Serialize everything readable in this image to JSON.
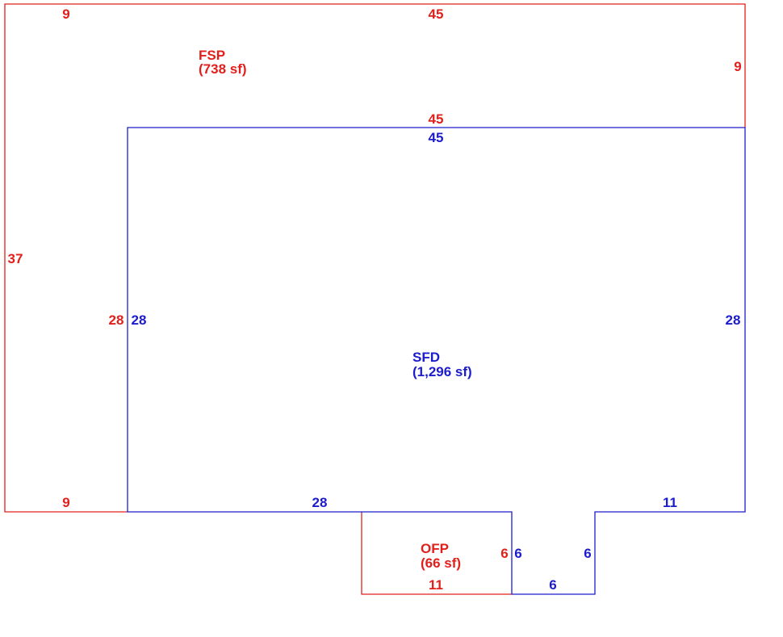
{
  "colors": {
    "fsp": "#e0201c",
    "sfd": "#1c1ccc",
    "ofp": "#e0201c"
  },
  "areas": {
    "fsp": {
      "name": "FSP",
      "size": "(738 sf)"
    },
    "sfd": {
      "name": "SFD",
      "size": "(1,296 sf)"
    },
    "ofp": {
      "name": "OFP",
      "size": "(66 sf)"
    }
  },
  "dims": {
    "fsp_top_left": "9",
    "fsp_top": "45",
    "fsp_right": "9",
    "fsp_left": "37",
    "fsp_bottom_inner": "45",
    "fsp_inner_left": "28",
    "fsp_bottom_left": "9",
    "sfd_top": "45",
    "sfd_left": "28",
    "sfd_right": "28",
    "sfd_bottom_left": "28",
    "sfd_bottom_right": "11",
    "sfd_notch_left": "6",
    "sfd_notch_right": "6",
    "sfd_notch_bottom": "6",
    "ofp_right": "6",
    "ofp_bottom": "11"
  }
}
